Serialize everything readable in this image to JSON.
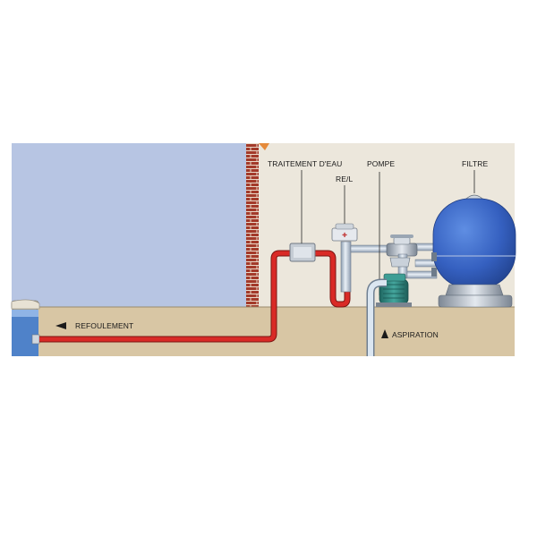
{
  "labels": {
    "traitement": "TRAITEMENT D'EAU",
    "rel": "RE/L",
    "pompe": "POMPE",
    "filtre": "FILTRE",
    "refoulement": "REFOULEMENT",
    "aspiration": "ASPIRATION"
  },
  "colors": {
    "pool_water": "#b7c5e3",
    "wall_background": "#ece7dc",
    "ground": "#d8c6a4",
    "brick": "#a33a2a",
    "return_pipe": "#d92a26",
    "suction_pipe": "#c8d8ea",
    "filter_tank": "#3b67c4",
    "pump_body": "#2f8a83"
  }
}
